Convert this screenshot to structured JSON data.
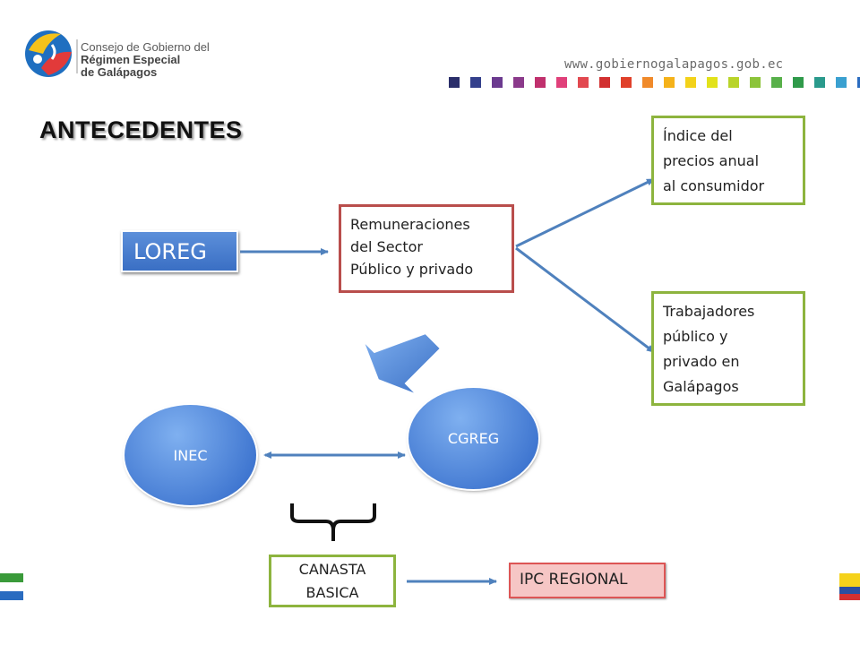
{
  "header": {
    "logo_line1": "Consejo de Gobierno del",
    "logo_line2": "Régimen Especial",
    "logo_line3": "de Galápagos",
    "url": "www.gobiernogalapagos.gob.ec",
    "square_colors": [
      "#2a2e6a",
      "#34408c",
      "#6b3a8f",
      "#8b3a8b",
      "#c0306d",
      "#e0407a",
      "#e24850",
      "#d23030",
      "#e0402a",
      "#f08a2a",
      "#f5b21a",
      "#f3d21a",
      "#e2e21a",
      "#b9d42a",
      "#8cc43a",
      "#58b04a",
      "#2f9a4a",
      "#2a9a8c",
      "#3aa0d0",
      "#2a6cc0"
    ]
  },
  "title": "ANTECEDENTES",
  "nodes": {
    "loreg": "LOREG",
    "remuneraciones": [
      "Remuneraciones",
      "del Sector",
      "Público y privado"
    ],
    "indice": [
      "Índice del",
      "precios anual",
      "al consumidor"
    ],
    "trabajadores": [
      "Trabajadores",
      "público y",
      "privado en",
      "Galápagos"
    ],
    "inec": "INEC",
    "cgreg": "CGREG",
    "canasta": [
      "CANASTA",
      "BASICA"
    ],
    "ipc": "IPC REGIONAL"
  }
}
